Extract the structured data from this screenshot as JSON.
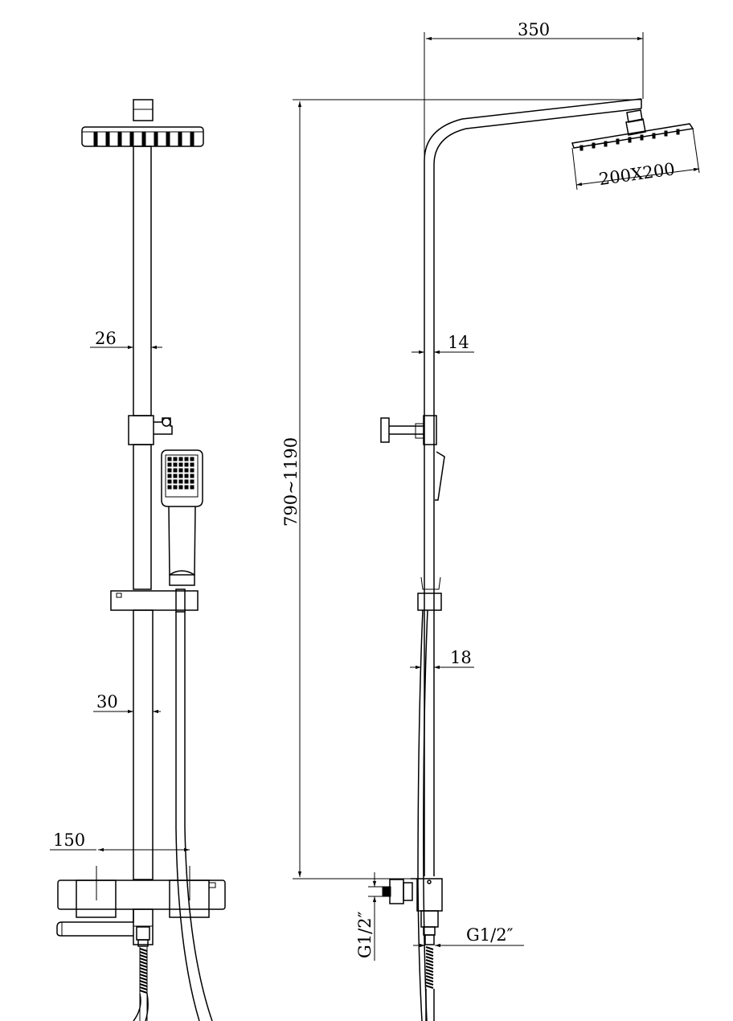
{
  "dimensions": {
    "arm_reach": "350",
    "head_size": "200X200",
    "rail_width_top": "26",
    "rail_width_bottom": "30",
    "mixer_centers": "150",
    "side_pipe_top": "14",
    "side_pipe_bottom": "18",
    "height_range": "790~1190",
    "inlet_thread_left": "G1/2″",
    "inlet_thread_right": "G1/2″"
  },
  "colors": {
    "line": "#000000",
    "background": "#ffffff"
  }
}
